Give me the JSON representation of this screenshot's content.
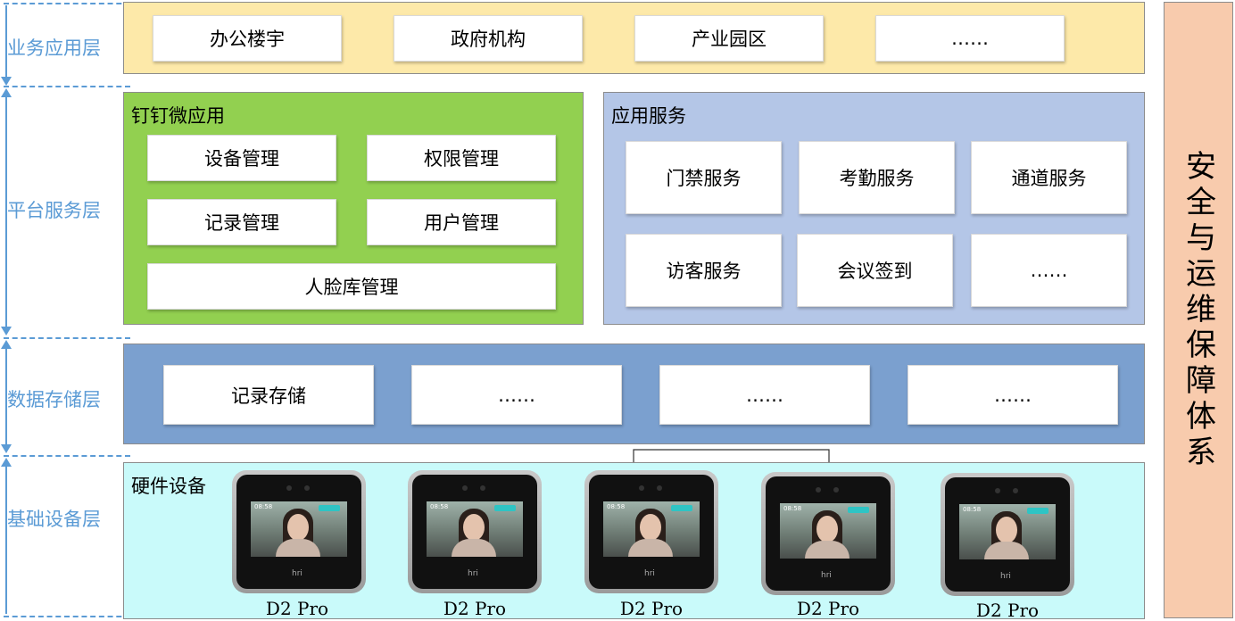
{
  "layers": {
    "business": "业务应用层",
    "platform": "平台服务层",
    "storage": "数据存储层",
    "infrastructure": "基础设备层"
  },
  "business_apps": [
    "办公楼宇",
    "政府机构",
    "产业园区",
    "……"
  ],
  "dingtalk": {
    "title": "钉钉微应用",
    "items": [
      "设备管理",
      "权限管理",
      "记录管理",
      "用户管理",
      "人脸库管理"
    ]
  },
  "app_services": {
    "title": "应用服务",
    "items": [
      "门禁服务",
      "考勤服务",
      "通道服务",
      "访客服务",
      "会议签到",
      "……"
    ]
  },
  "storage_items": [
    "记录存储",
    "……",
    "……",
    "……"
  ],
  "hardware": {
    "title": "硬件设备",
    "devices": [
      "D2 Pro",
      "D2 Pro",
      "D2 Pro",
      "D2 Pro",
      "D2 Pro"
    ]
  },
  "security": "安全与运维保障体系",
  "colors": {
    "business_bg": "#fde9a9",
    "dingtalk_bg": "#92d050",
    "app_service_bg": "#b4c6e7",
    "storage_bg": "#7ba0cf",
    "hardware_bg": "#c9fafa",
    "security_bg": "#f8cbad",
    "label_blue": "#5b9bd5"
  }
}
